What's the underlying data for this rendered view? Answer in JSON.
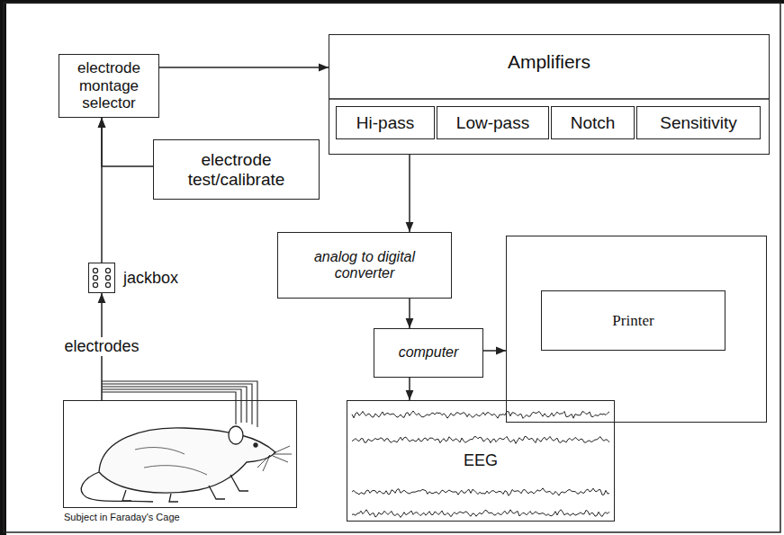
{
  "diagram": {
    "nodes": [
      {
        "text": [
          "electrode montage selector"
        ]
      },
      {
        "text": [
          "Amplifiers"
        ]
      },
      {
        "text": [
          "Hi-pass"
        ],
        "in": 1
      },
      {
        "text": [
          "Low-pass"
        ],
        "in": 1
      },
      {
        "text": [
          "Notch"
        ],
        "in": 1
      },
      {
        "text": [
          "Sensitivity"
        ],
        "in": 1
      },
      {
        "text": [
          "electrode test/calibrate"
        ]
      },
      {
        "text": [
          "jackbox"
        ]
      },
      {
        "text": [
          "analog to digital converter"
        ]
      },
      {
        "text": []
      },
      {
        "text": [
          "Printer"
        ],
        "in": 9
      },
      {
        "text": [
          "computer"
        ]
      },
      {
        "text": [
          "EEG"
        ]
      },
      {
        "text": [
          "Subject in Faraday's Cage"
        ]
      }
    ],
    "edges": [
      {
        "from": 13,
        "to": 7,
        "arrow": "to",
        "label": "electrodes"
      },
      {
        "from": 7,
        "to": 0,
        "arrow": "to"
      },
      {
        "from": 6,
        "to": 0,
        "arrow": "to"
      },
      {
        "from": 0,
        "to": 1,
        "arrow": "to"
      },
      {
        "from": 1,
        "to": 8,
        "arrow": "to"
      },
      {
        "from": 8,
        "to": 11,
        "arrow": "to"
      },
      {
        "from": 11,
        "to": 9,
        "arrow": "to"
      },
      {
        "from": 11,
        "to": 12,
        "arrow": "to"
      }
    ]
  }
}
